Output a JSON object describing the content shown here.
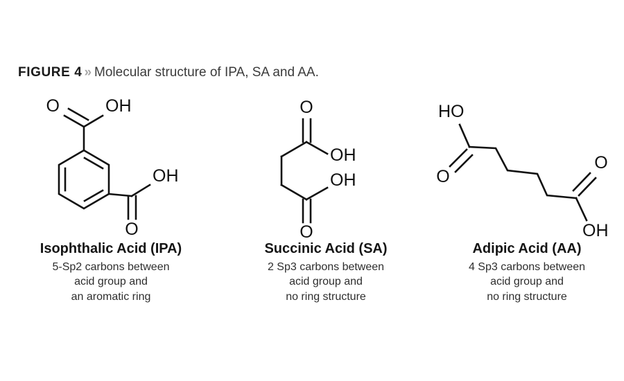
{
  "figure": {
    "label": "FIGURE 4",
    "chevron": "»",
    "title": "Molecular structure of IPA, SA and AA."
  },
  "colors": {
    "background": "#ffffff",
    "label_text": "#1a1a1a",
    "chevron": "#a8a8a8",
    "title_text": "#3b3b3b",
    "bond_stroke": "#111111",
    "atom_text": "#111111",
    "molecule_name": "#141414",
    "description": "#2e2e2e"
  },
  "molecules": [
    {
      "id": "ipa",
      "name": "Isophthalic Acid (IPA)",
      "description_lines": [
        "5-Sp2 carbons between",
        "acid group and",
        "an aromatic ring"
      ],
      "atom_labels": [
        "O",
        "OH",
        "OH",
        "O"
      ],
      "structure_type": "benzene-ring-dicarboxylic-meta"
    },
    {
      "id": "sa",
      "name": "Succinic Acid (SA)",
      "description_lines": [
        "2 Sp3 carbons between",
        "acid group and",
        "no ring structure"
      ],
      "atom_labels": [
        "O",
        "OH",
        "OH",
        "O"
      ],
      "structure_type": "zigzag-chain-dicarboxylic"
    },
    {
      "id": "aa",
      "name": "Adipic Acid (AA)",
      "description_lines": [
        "4 Sp3 carbons between",
        "acid group and",
        "no ring structure"
      ],
      "atom_labels": [
        "HO",
        "O",
        "O",
        "OH"
      ],
      "structure_type": "zigzag-chain-dicarboxylic"
    }
  ]
}
